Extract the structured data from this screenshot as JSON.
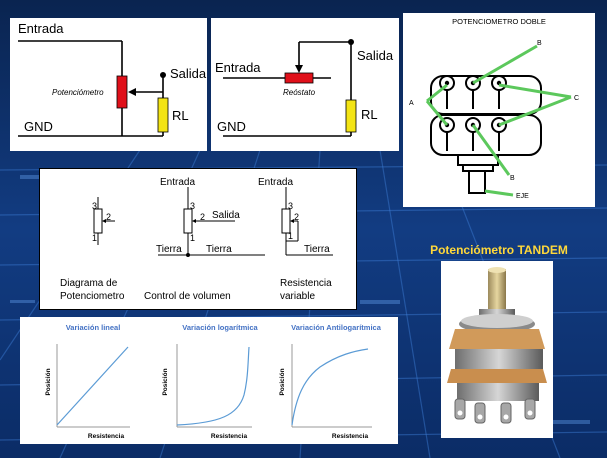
{
  "panel1": {
    "entrada": "Entrada",
    "gnd": "GND",
    "salida": "Salida",
    "component": "Potenciómetro",
    "rl": "RL"
  },
  "panel2": {
    "entrada": "Entrada",
    "gnd": "GND",
    "salida": "Salida",
    "component": "Reóstato",
    "rl": "RL"
  },
  "panel3": {
    "title": "POTENCIOMETRO DOBLE",
    "label_a": "A",
    "label_b_top": "B",
    "label_b_bottom": "B",
    "label_c": "C",
    "label_eje": "EJE"
  },
  "schematics": {
    "pin3": "3",
    "pin2": "2",
    "pin1": "1",
    "entrada": "Entrada",
    "salida": "Salida",
    "tierra": "Tierra",
    "caption1_line1": "Diagrama de",
    "caption1_line2": "Potenciometro",
    "caption2": "Control de volumen",
    "caption3_line1": "Resistencia",
    "caption3_line2": "variable"
  },
  "curves": {
    "linear_title": "Variación lineal",
    "log_title": "Variación logarítmica",
    "antilog_title": "Variación Antilogarítmica",
    "ylabel": "Posición",
    "xlabel": "Resistencia",
    "title_color": "#4472c4",
    "curve_color": "#5b9bd5"
  },
  "tandem": {
    "title": "Potenciómetro TANDEM",
    "title_color": "#ffd83a"
  },
  "colors": {
    "background": "#0d2f6a",
    "potentiometer_red": "#e0101a",
    "resistor_yellow": "#f3e415",
    "pot_body_green": "#32c832",
    "arrow_green": "#5cc85c"
  }
}
